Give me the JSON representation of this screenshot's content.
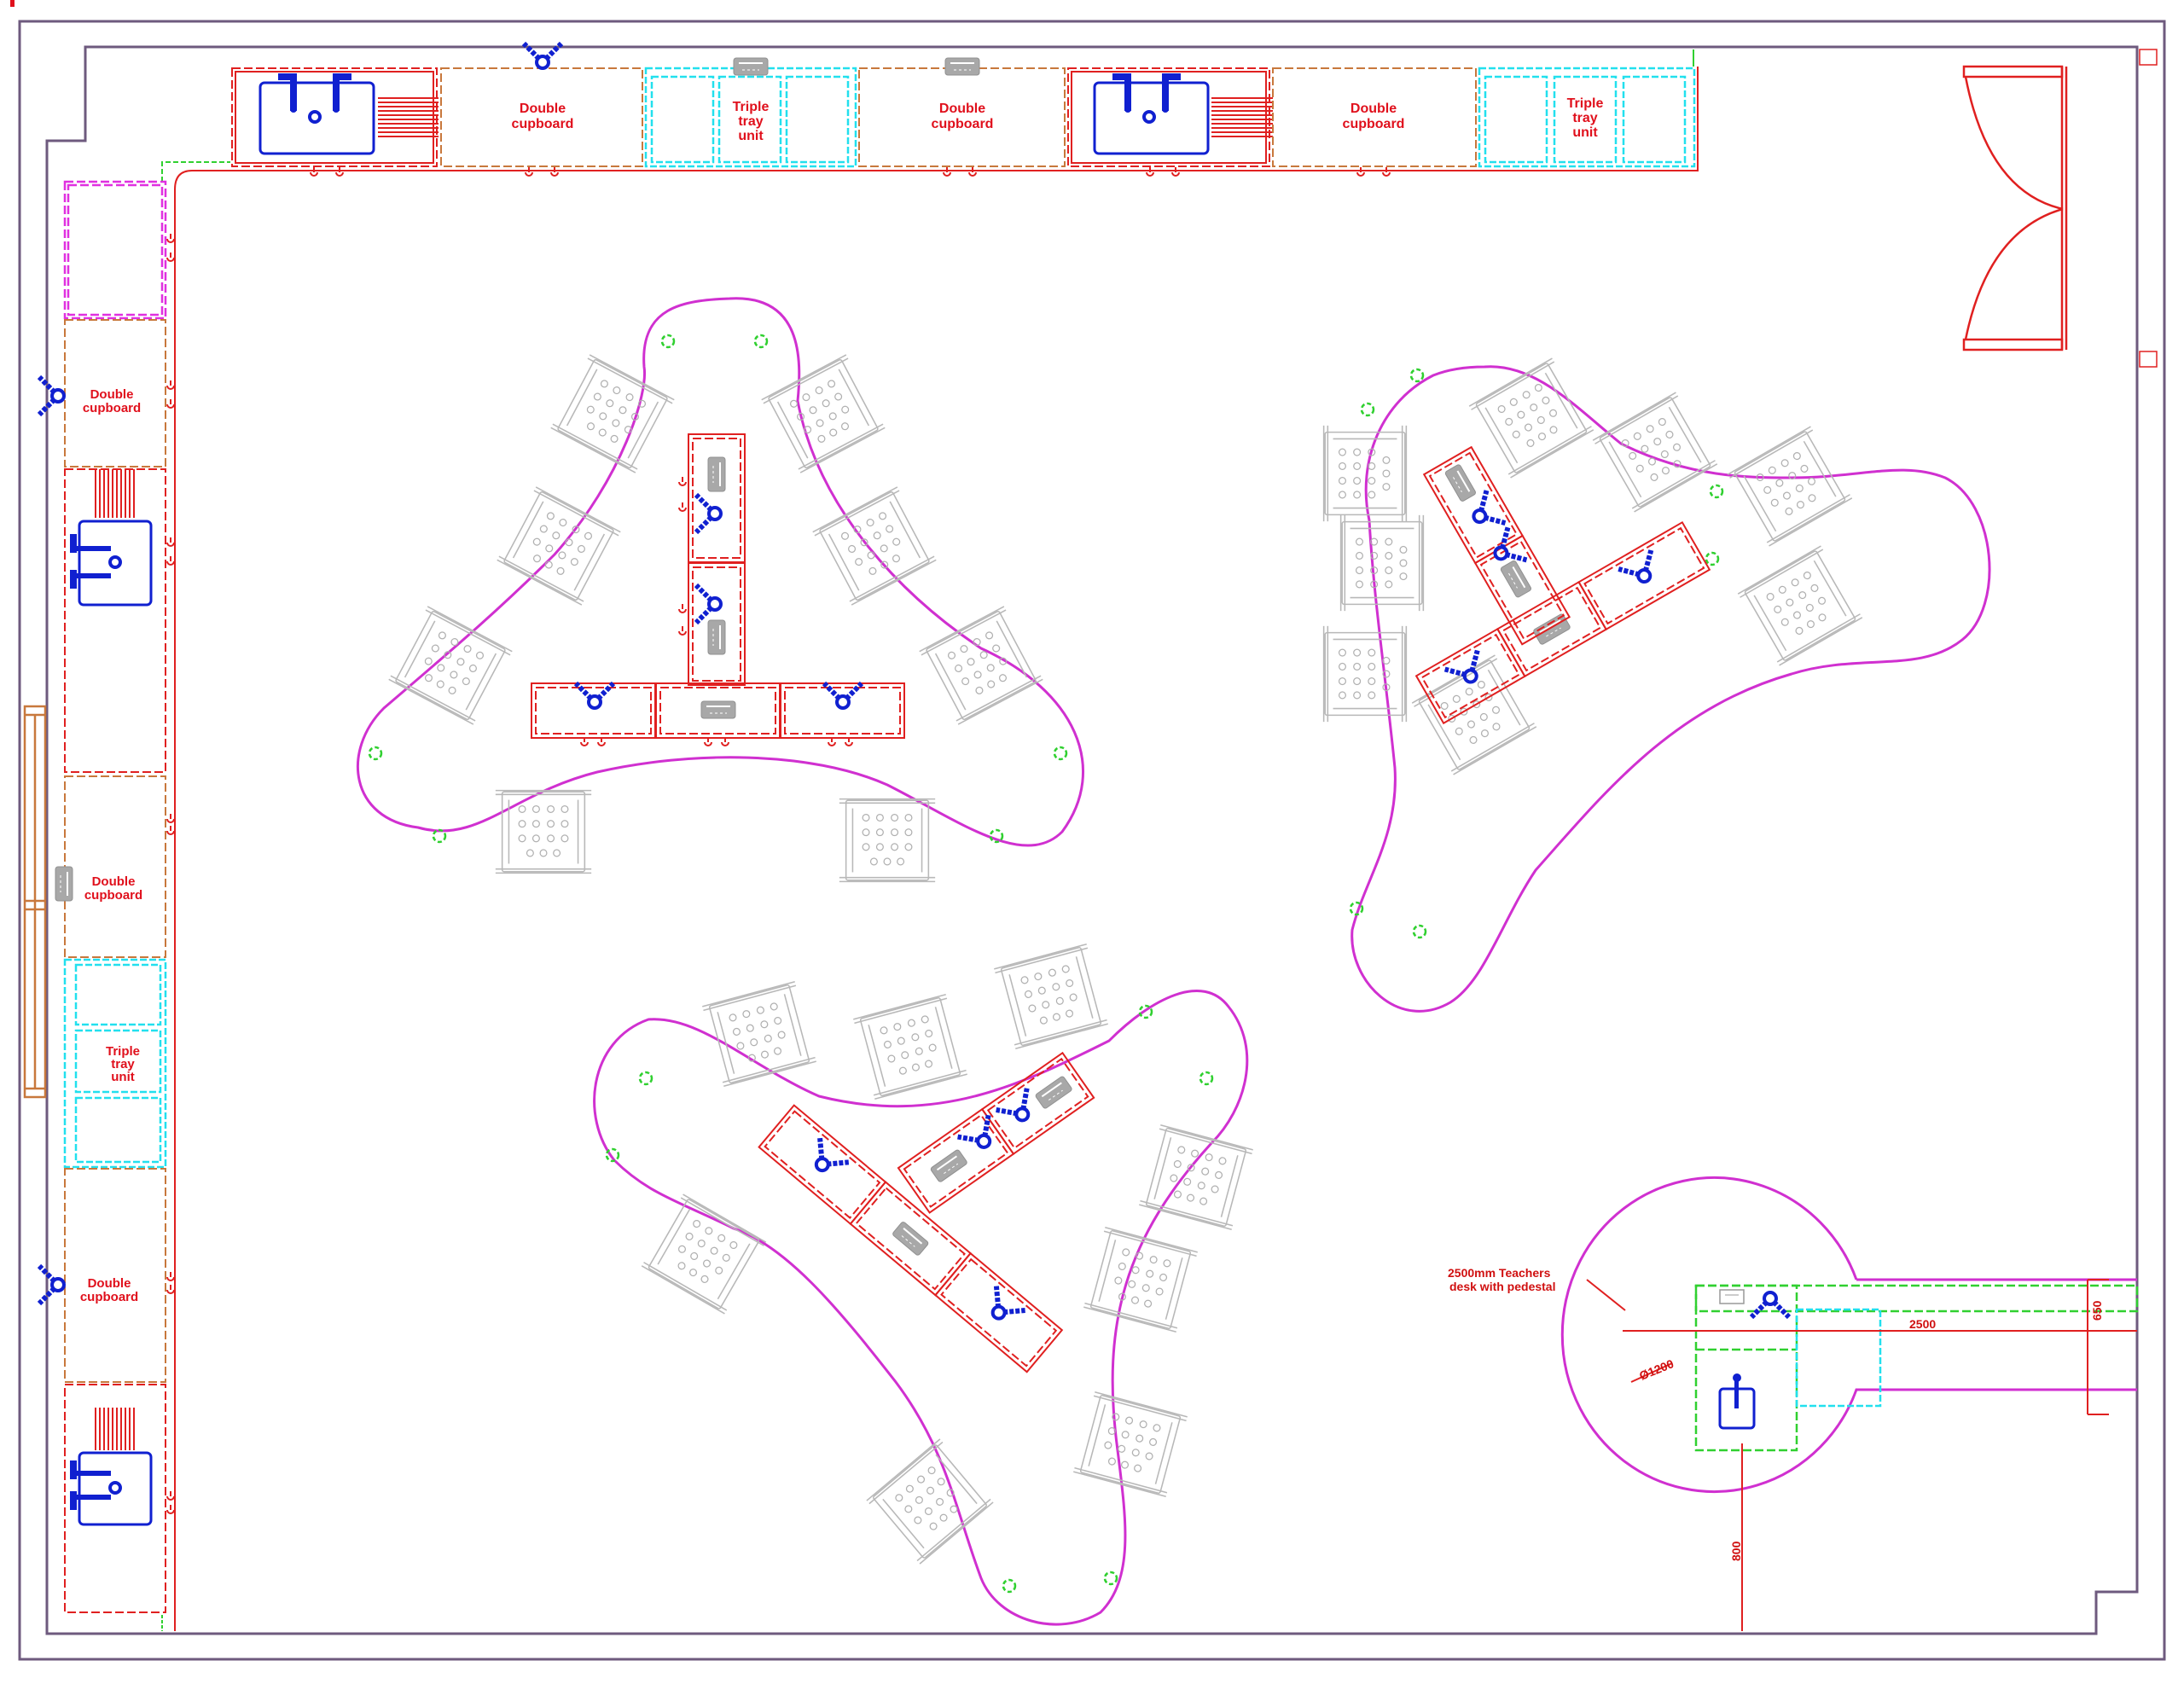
{
  "drawing": {
    "type": "Classroom / science lab floor plan",
    "corner_mark_color": "#e0101c",
    "colors": {
      "wall": "#6e5a7e",
      "label_red": "#e0101c",
      "sink_unit": "#e02020",
      "cupboard": "#c8783c",
      "tray_unit": "#22e0ee",
      "tall_unit": "#e030e0",
      "teacher_desk": "#30d030",
      "gas_tap_sink": "#1020d0",
      "chair": "#b8b8b8",
      "island_perimeter": "#d030d0",
      "socket": "#a8a8a8"
    }
  },
  "top_wall_units": [
    {
      "type": "sink",
      "label": ""
    },
    {
      "type": "double_cupboard",
      "label_line1": "Double",
      "label_line2": "cupboard"
    },
    {
      "type": "triple_tray",
      "label_line1": "Triple",
      "label_line2": "tray",
      "label_line3": "unit"
    },
    {
      "type": "double_cupboard",
      "label_line1": "Double",
      "label_line2": "cupboard"
    },
    {
      "type": "sink",
      "label": ""
    },
    {
      "type": "double_cupboard",
      "label_line1": "Double",
      "label_line2": "cupboard"
    },
    {
      "type": "triple_tray",
      "label_line1": "Triple",
      "label_line2": "tray",
      "label_line3": "unit"
    }
  ],
  "left_wall_units": [
    {
      "type": "tall_unit",
      "label": ""
    },
    {
      "type": "double_cupboard",
      "label_line1": "Double",
      "label_line2": "cupboard"
    },
    {
      "type": "sink",
      "label": ""
    },
    {
      "type": "double_cupboard",
      "label_line1": "Double",
      "label_line2": "cupboard"
    },
    {
      "type": "triple_tray",
      "label_line1": "Triple",
      "label_line2": "tray",
      "label_line3": "unit"
    },
    {
      "type": "double_cupboard",
      "label_line1": "Double",
      "label_line2": "cupboard"
    },
    {
      "type": "sink",
      "label": ""
    }
  ],
  "islands": [
    {
      "name": "island-1",
      "stools": 8,
      "service_pillars": 6,
      "bench_sections": 5
    },
    {
      "name": "island-2",
      "stools": 8,
      "service_pillars": 6,
      "bench_sections": 5
    },
    {
      "name": "island-3",
      "stools": 8,
      "service_pillars": 6,
      "bench_sections": 5
    }
  ],
  "teacher_desk": {
    "annotation_line1": "2500mm Teachers",
    "annotation_line2": "desk with pedestal",
    "dim_width": "2500",
    "dim_depth": "650",
    "dim_diameter": "Ø1200",
    "dim_clearance": "800"
  },
  "door": {
    "type": "double_door"
  },
  "window": {
    "type": "left_wall_window"
  }
}
